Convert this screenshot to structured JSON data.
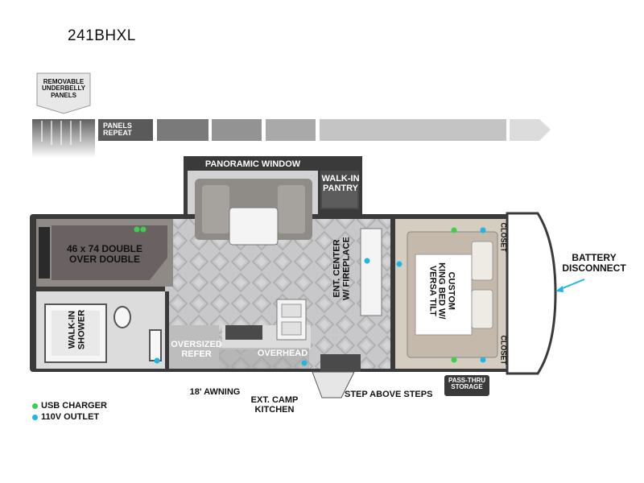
{
  "model": "241BHXL",
  "underbelly": {
    "badge": "REMOVABLE\nUNDERBELLY\nPANELS",
    "repeat_label": "PANELS\nREPEAT"
  },
  "labels": {
    "panoramic_window": "PANORAMIC WINDOW",
    "walk_in_pantry": "WALK-IN\nPANTRY",
    "bunks": "46 x 74 DOUBLE\nOVER DOUBLE",
    "shower": "WALK-IN\nSHOWER",
    "refer": "OVERSIZED\nREFER",
    "overhead": "OVERHEAD",
    "ent_center": "ENT. CENTER\nW/ FIREPLACE",
    "bed": "CUSTOM\nKING BED W/\nVERSA TILT",
    "closet_top": "CLOSET",
    "closet_bottom": "CLOSET",
    "battery": "BATTERY\nDISCONNECT",
    "pass_thru": "PASS-THRU\nSTORAGE",
    "awning": "18' AWNING",
    "camp_kitchen": "EXT. CAMP\nKITCHEN",
    "step": "STEP ABOVE STEPS"
  },
  "legend": [
    {
      "label": "USB CHARGER",
      "color": "#3ccf4e"
    },
    {
      "label": "110V OUTLET",
      "color": "#1fb6e6"
    }
  ],
  "colors": {
    "wall": "#3a3a3a",
    "floor": "#c9c9cb",
    "sofa": "#8f8b86",
    "bunk": "#6a6262",
    "bed": "#c4b9ab",
    "usb": "#3ccf4e",
    "outlet": "#1fb6e6"
  }
}
